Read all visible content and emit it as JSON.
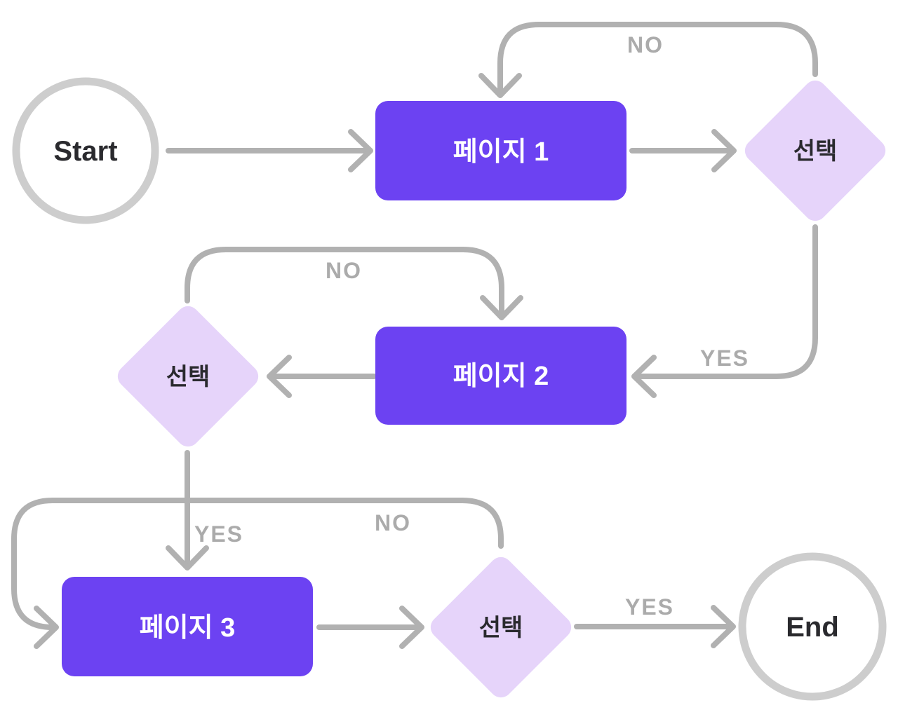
{
  "diagram": {
    "type": "flowchart",
    "nodes": [
      {
        "id": "start",
        "type": "terminal",
        "label": "Start"
      },
      {
        "id": "page-1",
        "type": "process",
        "label": "페이지 1"
      },
      {
        "id": "choice-1",
        "type": "decision",
        "label": "선택"
      },
      {
        "id": "page-2",
        "type": "process",
        "label": "페이지 2"
      },
      {
        "id": "choice-2",
        "type": "decision",
        "label": "선택"
      },
      {
        "id": "page-3",
        "type": "process",
        "label": "페이지 3"
      },
      {
        "id": "choice-3",
        "type": "decision",
        "label": "선택"
      },
      {
        "id": "end",
        "type": "terminal",
        "label": "End"
      }
    ],
    "edges": [
      {
        "from": "start",
        "to": "page-1",
        "label": ""
      },
      {
        "from": "page-1",
        "to": "choice-1",
        "label": ""
      },
      {
        "from": "choice-1",
        "to": "page-1",
        "label": "NO"
      },
      {
        "from": "choice-1",
        "to": "page-2",
        "label": "YES"
      },
      {
        "from": "page-2",
        "to": "choice-2",
        "label": ""
      },
      {
        "from": "choice-2",
        "to": "page-2",
        "label": "NO"
      },
      {
        "from": "choice-2",
        "to": "page-3",
        "label": "YES"
      },
      {
        "from": "choice-3",
        "to": "page-3",
        "label": "NO"
      },
      {
        "from": "page-3",
        "to": "choice-3",
        "label": ""
      },
      {
        "from": "choice-3",
        "to": "end",
        "label": "YES"
      }
    ],
    "colors": {
      "background": "#FFFFFF",
      "process_fill": "#6C42F2",
      "process_text": "#FFFFFF",
      "decision_fill": "#E6D4FA",
      "decision_text": "#2A2A2E",
      "terminal_ring": "#CDCDCD",
      "terminal_fill": "#FFFFFF",
      "terminal_text": "#2A2A2E",
      "connector": "#B1B1B1",
      "edge_label": "#ABABAB"
    }
  }
}
